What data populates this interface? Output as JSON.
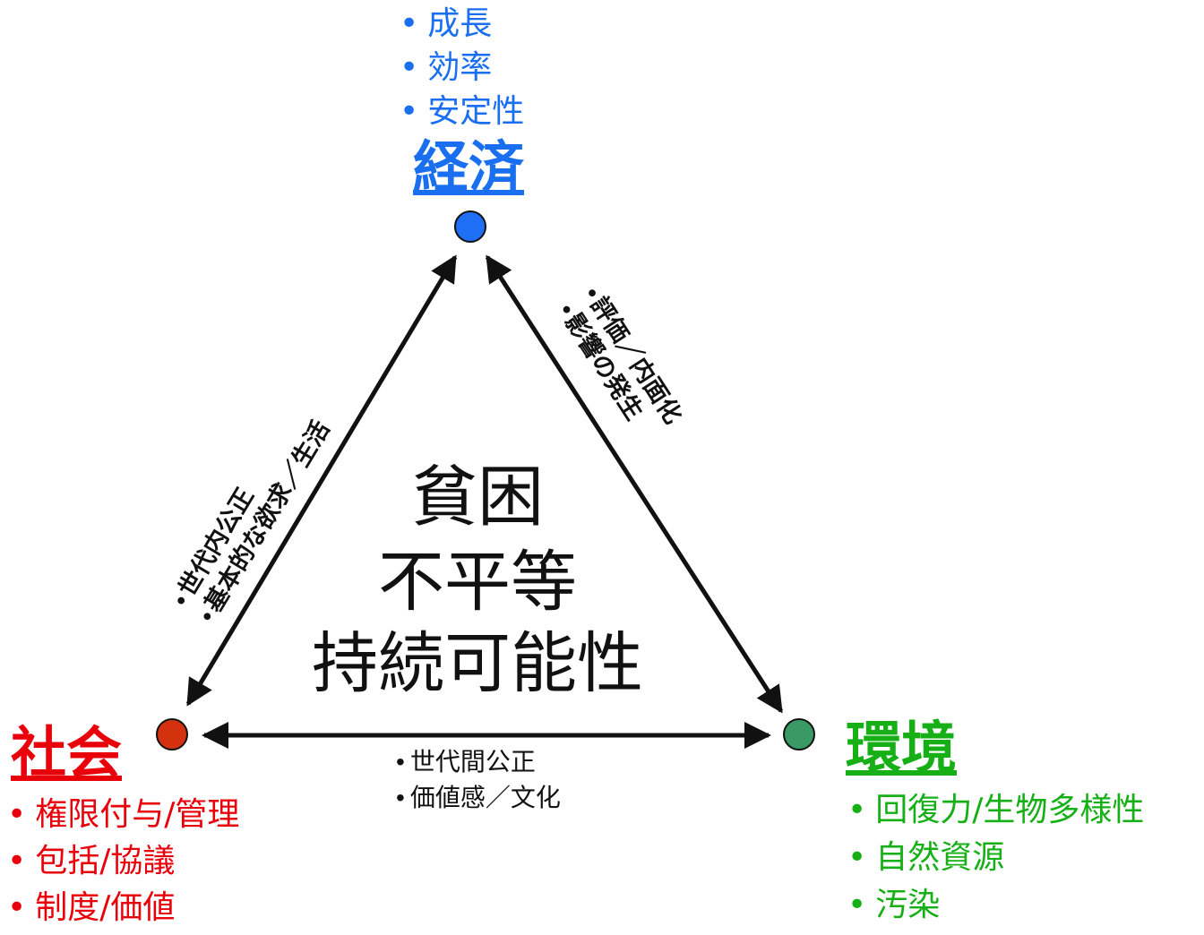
{
  "colors": {
    "economy": "#1a6ff0",
    "society": "#e8000b",
    "environment": "#16b016",
    "economy_node": "#1e6ff5",
    "society_node": "#d4310f",
    "environment_node": "#3a9a66",
    "arrow": "#111111"
  },
  "economy": {
    "title": "経済",
    "items": [
      "成長",
      "効率",
      "安定性"
    ]
  },
  "society": {
    "title": "社会",
    "items": [
      "権限付与/管理",
      "包括/協議",
      "制度/価値"
    ]
  },
  "environment": {
    "title": "環境",
    "items": [
      "回復力/生物多様性",
      "自然資源",
      "汚染"
    ]
  },
  "center": {
    "lines": [
      "貧困",
      "不平等",
      "持続可能性"
    ]
  },
  "edges": {
    "society_economy": [
      "世代内公正",
      "基本的な欲求／生活"
    ],
    "economy_environment": [
      "評価／内面化",
      "影響の発生"
    ],
    "society_environment": [
      "世代間公正",
      "価値感／文化"
    ]
  },
  "bullet": "•"
}
